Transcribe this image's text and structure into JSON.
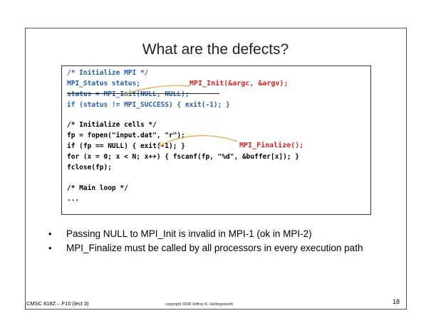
{
  "slide": {
    "title": "What are the defects?",
    "code_lines": [
      "/* Initialize MPI */",
      "MPI_Status status;",
      "status = MPI_Init(NULL, NULL);",
      "if (status != MPI_SUCCESS) { exit(-1); }",
      "",
      "/* Initialize cells */",
      "fp = fopen(\"input.dat\", \"r\");",
      "if (fp == NULL) { exit(-1); }",
      "for (x = 0; x < N; x++) { fscanf(fp, \"%d\", &buffer[x]); }",
      "fclose(fp);",
      "",
      "/* Main loop */",
      "..."
    ],
    "annotations": {
      "init_fix": "MPI_Init(&argc, &argv);",
      "finalize_fix": "MPI_Finalize();"
    },
    "bullets": [
      "Passing NULL to MPI_Init is invalid in MPI-1 (ok in MPI-2)",
      "MPI_Finalize must be called by all processors in every execution path"
    ],
    "footer": {
      "course": "CMSC 818Z – F10  (lect 3)",
      "copyright": "copyright 2008 Jeffrey K. Hollingsworth",
      "page_number": "18"
    },
    "colors": {
      "code_blue": "#1f5fb0",
      "annotation_red": "#e0201a",
      "arrow_orange": "#e8a33c"
    }
  }
}
